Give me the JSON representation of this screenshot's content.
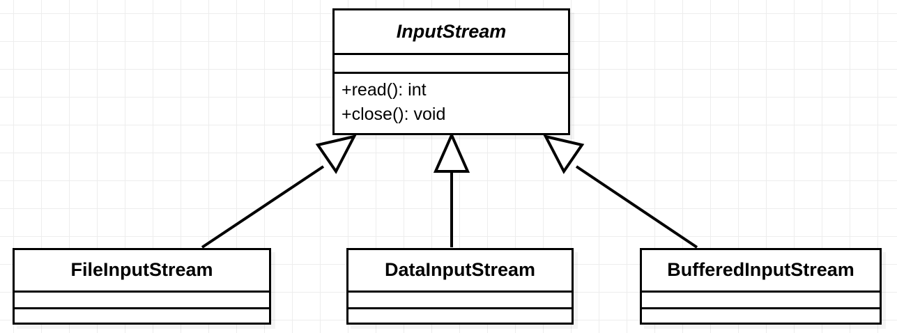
{
  "diagram": {
    "type": "uml-class-diagram",
    "title": "InputStream class hierarchy",
    "background": {
      "color": "#ffffff",
      "grid": true,
      "grid_color": "#ededed",
      "grid_spacing": 40
    },
    "style": {
      "border_color": "#000000",
      "fill_color": "#ffffff",
      "text_color": "#000000"
    }
  },
  "classes": [
    {
      "id": "inputstream",
      "name": "InputStream",
      "abstract": true,
      "attributes": [],
      "operations": [
        "+read(): int",
        "+close(): void"
      ]
    },
    {
      "id": "fileinputstream",
      "name": "FileInputStream",
      "abstract": false,
      "attributes": [],
      "operations": []
    },
    {
      "id": "datainputstream",
      "name": "DataInputStream",
      "abstract": false,
      "attributes": [],
      "operations": []
    },
    {
      "id": "bufferedinputstream",
      "name": "BufferedInputStream",
      "abstract": false,
      "attributes": [],
      "operations": []
    }
  ],
  "relationships": [
    {
      "id": "gen-file",
      "type": "generalization",
      "from": "FileInputStream",
      "to": "InputStream",
      "arrow": "hollow-triangle"
    },
    {
      "id": "gen-data",
      "type": "generalization",
      "from": "DataInputStream",
      "to": "InputStream",
      "arrow": "hollow-triangle"
    },
    {
      "id": "gen-buffered",
      "type": "generalization",
      "from": "BufferedInputStream",
      "to": "InputStream",
      "arrow": "hollow-triangle"
    }
  ]
}
